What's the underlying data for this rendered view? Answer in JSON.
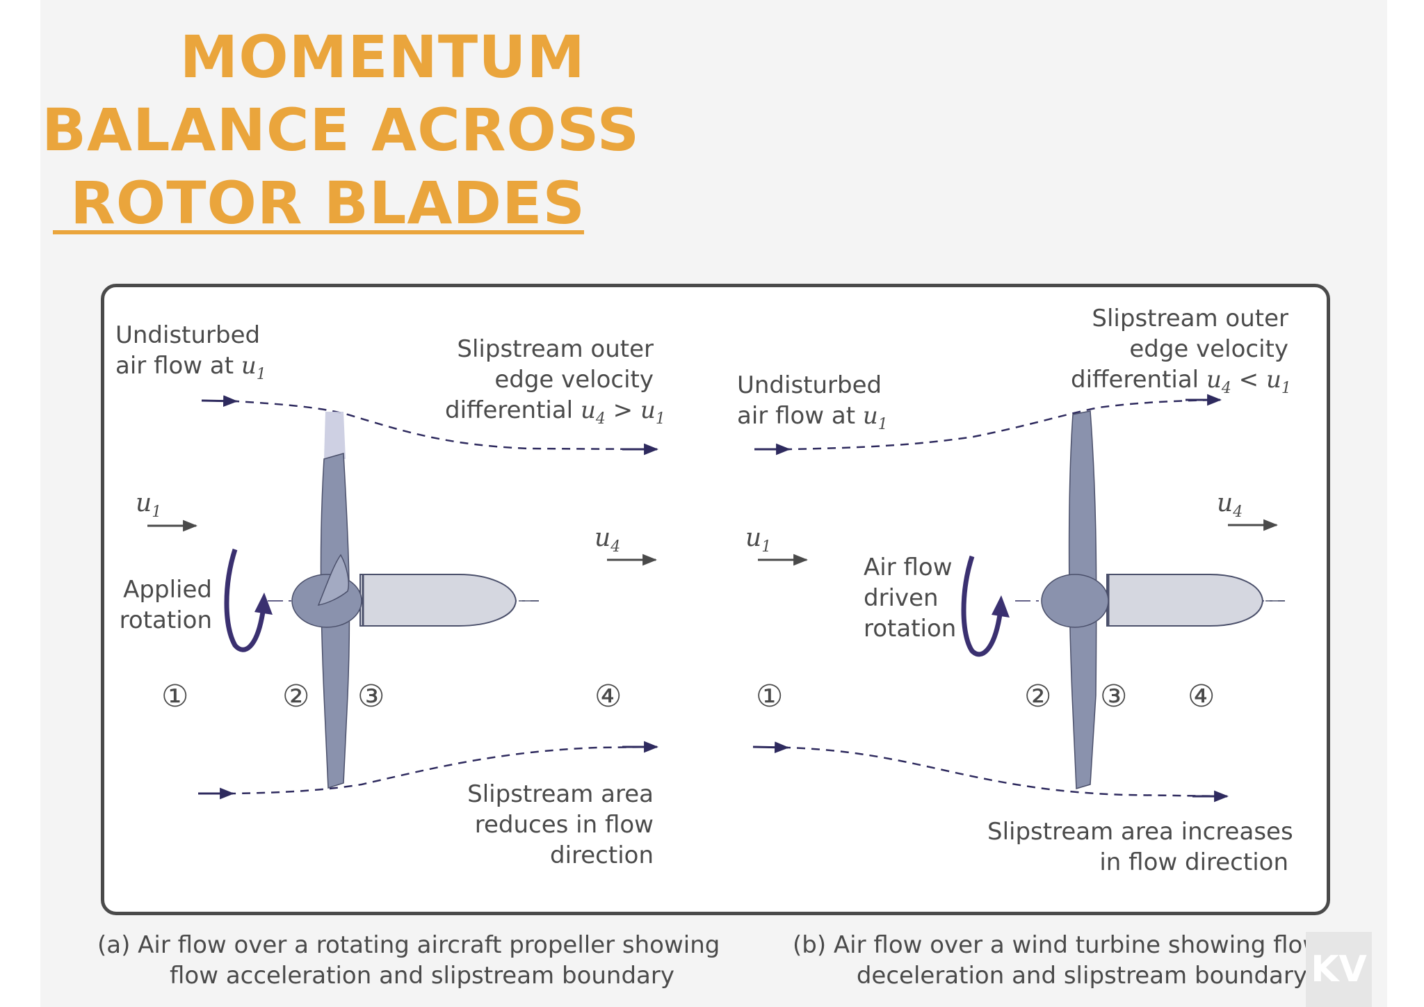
{
  "title": {
    "line1": "MOMENTUM",
    "line2": "BALANCE ACROSS",
    "line3": "ROTOR BLADES"
  },
  "colors": {
    "accent": "#eaa53c",
    "flow_line": "#2e2a5e",
    "blade": "#8a92ad",
    "nacelle": "#d5d7e0"
  },
  "propeller": {
    "undisturbed": {
      "line1": "Undisturbed",
      "line2_text": "air flow at ",
      "var": "u",
      "sub": "1"
    },
    "slipstream_edge": {
      "line1": "Slipstream outer",
      "line2": "edge velocity",
      "line3_text": "differential ",
      "var_a": "u",
      "sub_a": "4",
      "op": " > ",
      "var_b": "u",
      "sub_b": "1"
    },
    "u1": {
      "var": "u",
      "sub": "1"
    },
    "u4": {
      "var": "u",
      "sub": "4"
    },
    "rotation": {
      "line1": "Applied",
      "line2": "rotation"
    },
    "area": {
      "line1": "Slipstream area",
      "line2": "reduces in flow",
      "line3": "direction"
    },
    "stations": [
      "①",
      "②",
      "③",
      "④"
    ],
    "caption": {
      "line1": "(a) Air flow over a rotating aircraft propeller showing",
      "line2": "flow acceleration and slipstream boundary"
    }
  },
  "turbine": {
    "undisturbed": {
      "line1": "Undisturbed",
      "line2_text": "air flow at ",
      "var": "u",
      "sub": "1"
    },
    "slipstream_edge": {
      "line1": "Slipstream outer",
      "line2": "edge velocity",
      "line3_text": "differential ",
      "var_a": "u",
      "sub_a": "4",
      "op": " < ",
      "var_b": "u",
      "sub_b": "1"
    },
    "u1": {
      "var": "u",
      "sub": "1"
    },
    "u4": {
      "var": "u",
      "sub": "4"
    },
    "rotation": {
      "line1": "Air flow",
      "line2": "driven",
      "line3": "rotation"
    },
    "area": {
      "line1": "Slipstream area increases",
      "line2": "in flow direction"
    },
    "stations": [
      "①",
      "②",
      "③",
      "④"
    ],
    "caption": {
      "line1": "(b) Air flow over a wind turbine showing flow",
      "line2": "deceleration and slipstream boundary"
    }
  },
  "watermark": "KV"
}
